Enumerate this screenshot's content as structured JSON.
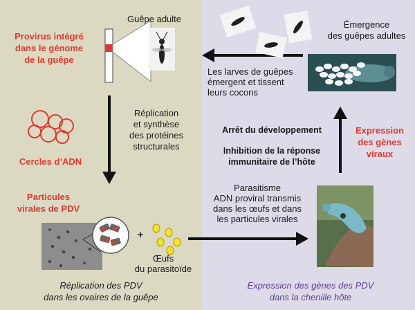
{
  "left": {
    "adult_wasp_label": "Guêpe adulte",
    "integrated_provirus": [
      "Provirus intégré",
      "dans le génome",
      "de la guêpe"
    ],
    "replication_label": [
      "Réplication",
      "et synthèse",
      "des protéines",
      "structurales"
    ],
    "dna_circles_label": "Cercles d’ADN",
    "pdv_particles_label": [
      "Particules",
      "virales de PDV"
    ],
    "plus_sign": "+",
    "eggs_label": [
      "Œufs",
      "du parasitoïde"
    ],
    "footer": [
      "Réplication des PDV",
      "dans les ovaires de la guêpe"
    ]
  },
  "right": {
    "emergence_label": [
      "Émergence",
      "des guêpes adultes"
    ],
    "larvae_label": [
      "Les larves de guêpes",
      "émergent et tissent",
      "leurs cocons"
    ],
    "development_stop": "Arrêt du développement",
    "immune_inhibition": [
      "Inhibition de la réponse",
      "immunitaire de l’hôte"
    ],
    "viral_gene_expression": [
      "Expression",
      "des gènes",
      "viraux"
    ],
    "parasitism_label": [
      "Parasitisme",
      "ADN proviral transmis",
      "dans les œufs et dans",
      "les particules virales"
    ],
    "footer": [
      "Expression des gènes des PDV",
      "dans la chenille hôte"
    ]
  },
  "colors": {
    "left_bg": "#dcd9c3",
    "right_bg": "#dedbe9",
    "accent_red": "#e03a2e",
    "footer_purple": "#5a3c96",
    "egg_yellow": "#f2e22a"
  }
}
